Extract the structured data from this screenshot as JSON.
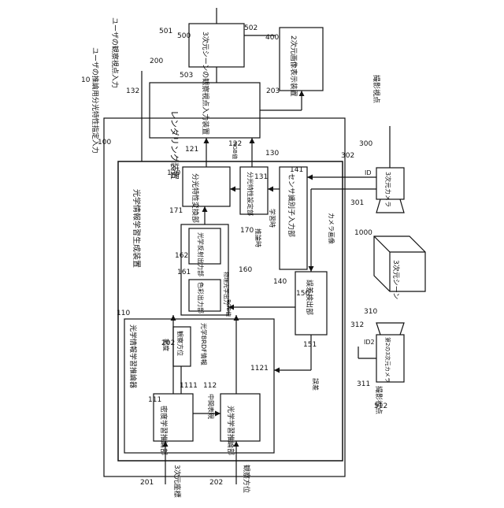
{
  "system_ref": "10",
  "blocks": {
    "rendering": "レンダリング装置",
    "input_3d": "3次元シーンの観察視点入力装置",
    "display_2d": "2次元画像表示装置",
    "generator": "光学情報学習生成装置",
    "learner": "光学情報学習推論器",
    "density_infer": "密度学習推論部",
    "optical_infer": "光学学習推論部",
    "spectral_conv": "分光特性変換部",
    "spectral_set": "分光特性設定部",
    "sensor_input": "センサ識別子入力部",
    "reflect_out": "光学反射出力部",
    "color_out": "色彩出力部",
    "error_detect": "誤差検出部",
    "camera_3d": "3次元カメラ",
    "camera_2nd": "第2の3次元カメラ",
    "scene_3d": "3次元シーン"
  },
  "labels": {
    "user_view": "ユーザの観察視点入力",
    "user_spectral": "ユーザの推論用分光特性指定入力",
    "capture_view": "撮影視点",
    "capture_view_2": "撮影視点",
    "coords_3d": "3次元座標",
    "obs_dir": "観察方位",
    "density": "密度",
    "obs_dir_inner": "観察方位",
    "intermediate": "中間表現",
    "optical_brdf": "光学BRDF情報",
    "physical_out": "物理光学出力",
    "rgb_value": "RGB値",
    "rgb_value_2": "RGB値",
    "learning": "学習時",
    "inference": "推論時",
    "camera_image": "カメラ画像",
    "error": "誤差",
    "id": "ID",
    "id2": "ID2"
  },
  "refs": {
    "r100": "100",
    "r110": "110",
    "r111": "111",
    "r1111": "1111",
    "r112": "112",
    "r1121": "1121",
    "r120": "120",
    "r121": "121",
    "r122": "122",
    "r130": "130",
    "r131": "131",
    "r132": "132",
    "r140": "140",
    "r141": "141",
    "r150": "150",
    "r151": "151",
    "r160": "160",
    "r161": "161",
    "r162": "162",
    "r170": "170",
    "r171": "171",
    "r200": "200",
    "r201": "201",
    "r202": "202",
    "r202b": "202",
    "r203": "203",
    "r300": "300",
    "r301": "301",
    "r302": "302",
    "r310": "310",
    "r311": "311",
    "r312": "312",
    "r400": "400",
    "r500": "500",
    "r501": "501",
    "r502": "502",
    "r503": "503",
    "r512": "512",
    "r1000": "1000"
  }
}
